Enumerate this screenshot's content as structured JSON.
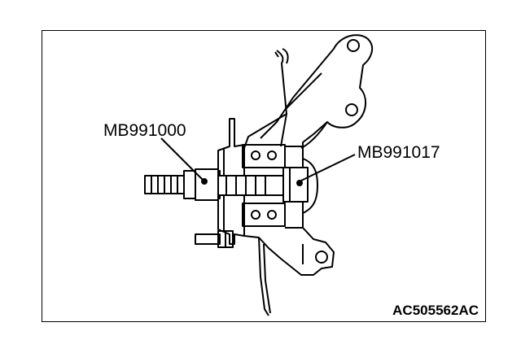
{
  "labels": {
    "tool_a": "MB991000",
    "tool_b": "MB991017"
  },
  "figure_code": "AC505562AC",
  "colors": {
    "ink": "#000000",
    "background": "#ffffff"
  }
}
